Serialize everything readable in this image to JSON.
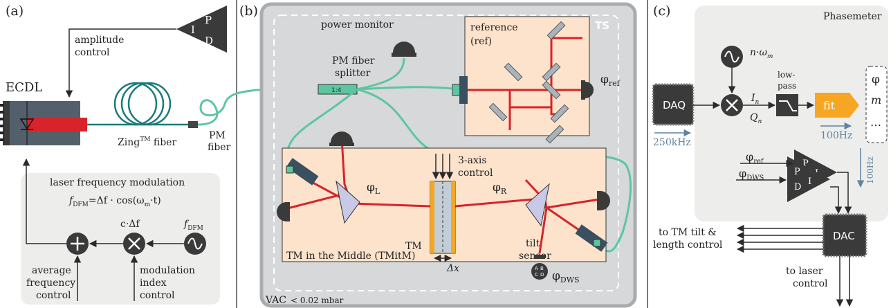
{
  "panels": {
    "a": "(a)",
    "b": "(b)",
    "c": "(c)"
  },
  "panel_a": {
    "ecdl": "ECDL",
    "amplitude_control": [
      "amplitude",
      "control"
    ],
    "pd_letters": [
      "I",
      "P",
      "D"
    ],
    "fiber_label": "Zing",
    "fiber_tm": "TM",
    "fiber_suffix": " fiber",
    "pm_fiber": [
      "PM",
      "fiber"
    ],
    "modulation_title": "laser frequency modulation",
    "formula_f": "f",
    "formula_dfm": "DFM",
    "formula_rest": "=Δf · cos(ω",
    "formula_m": "m",
    "formula_end": "·t)",
    "c_delta_f": "c·Δf",
    "f_dfm_f": "f",
    "f_dfm_sub": "DFM",
    "avg_freq": [
      "average",
      "frequency",
      "control"
    ],
    "mod_index": [
      "modulation",
      "index",
      "control"
    ]
  },
  "panel_b": {
    "ts": "TS",
    "power_monitor": "power monitor",
    "reference": [
      "reference",
      "(ref)"
    ],
    "phi_ref": "φ",
    "phi_ref_sub": "ref",
    "splitter": [
      "PM fiber",
      "splitter"
    ],
    "splitter_ratio": "1:4",
    "three_axis": [
      "3-axis",
      "control"
    ],
    "phi_l": "φ",
    "phi_l_sub": "L",
    "phi_r": "φ",
    "phi_r_sub": "R",
    "tm": "TM",
    "delta_x": "Δx",
    "tilt_sensor": [
      "tilt",
      "sensor"
    ],
    "quad_letters": [
      "A",
      "B",
      "C",
      "D"
    ],
    "phi_dws": "φ",
    "phi_dws_sub": "DWS",
    "tmitm": "TM in the Middle (TMitM)",
    "vac": "VAC",
    "pressure": "< 0.02 mbar"
  },
  "panel_c": {
    "phasemeter": "Phasemeter",
    "n_omega": "n·ω",
    "n_omega_sub": "m",
    "daq": "DAQ",
    "daq_rate": "250kHz",
    "i_n": "I",
    "i_n_sub": "n",
    "q_n": "Q",
    "q_n_sub": "n",
    "lowpass": [
      "low-",
      "pass"
    ],
    "fit": "fit",
    "fit_rate": "100Hz",
    "outputs": [
      "φ",
      "m",
      "…"
    ],
    "phi_ref": "φ",
    "phi_ref_sub": "ref",
    "phi_dws": "φ",
    "phi_dws_sub": "DWS",
    "pdi_letters": [
      "P",
      "D",
      "I"
    ],
    "pdi_rate": "100Hz",
    "dac": "DAC",
    "to_tm": [
      "to TM tilt &",
      "length control"
    ],
    "to_laser": [
      "to laser",
      "control"
    ]
  },
  "colors": {
    "laser_beam": "#d8232a",
    "fiber": "#5cc6a0",
    "bench": "#fde3cc",
    "vacuum": "#d6d8da",
    "fit_block": "#f6a623",
    "dark_block": "#3a3a3a",
    "rate_text": "#5f84a2"
  }
}
